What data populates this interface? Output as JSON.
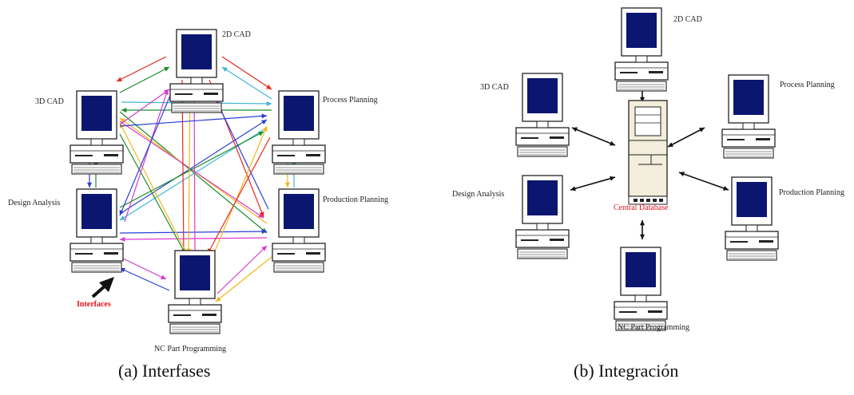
{
  "panel_a": {
    "caption": "(a) Interfases",
    "interfaces_label": "Interfaces",
    "nodes": [
      "2D CAD",
      "3D CAD",
      "Process Planning",
      "Design Analysis",
      "Production Planning",
      "NC Part Programming"
    ]
  },
  "panel_b": {
    "caption": "(b) Integración",
    "database_label": "Central Database",
    "nodes": [
      "2D CAD",
      "3D CAD",
      "Process Planning",
      "Design Analysis",
      "Production Planning",
      "NC Part Programming"
    ]
  },
  "colors": {
    "screen": "#0b1670",
    "label_red": "#e8101a",
    "arrow_palette": [
      "#e8281e",
      "#1a8c2a",
      "#2a3fd6",
      "#d83ad0",
      "#f0b81a",
      "#3fb5d6"
    ]
  }
}
